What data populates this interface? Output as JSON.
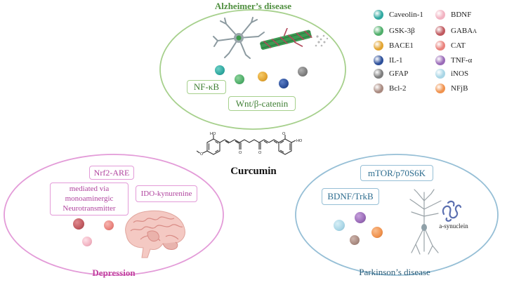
{
  "alzheimers": {
    "title": "Alzheimer’s disease",
    "pathways": [
      "NF-κB",
      "Wnt/β-catenin"
    ]
  },
  "depression": {
    "title": "Depression",
    "pathways": [
      "Nrf2-ARE",
      "mediated via",
      "monoaminergic",
      "Neurotransmitter",
      "IDO-kynurenine"
    ]
  },
  "parkinsons": {
    "title": "Parkinson’s disease",
    "pathways": [
      "mTOR/p70S6K",
      "BDNF/TrkB"
    ],
    "protein_label": "a-synuclein"
  },
  "compound": {
    "name": "Curcumin"
  },
  "structure_atoms": {
    "oh": "HO",
    "o": "O"
  },
  "legend": [
    {
      "label": "Caveolin-1",
      "color": "#2fa8a0"
    },
    {
      "label": "GSK-3β",
      "color": "#4fae6a"
    },
    {
      "label": "BACE1",
      "color": "#e2a431"
    },
    {
      "label": "IL-1",
      "color": "#2c4f9a"
    },
    {
      "label": "GFAP",
      "color": "#7d7d7d"
    },
    {
      "label": "Bcl-2",
      "color": "#a98a80"
    },
    {
      "label": "BDNF",
      "color": "#f2b3c2"
    },
    {
      "label": "GABA",
      "color": "#c0595f"
    },
    {
      "label": "CAT",
      "color": "#e9827c"
    },
    {
      "label": "TNF-α",
      "color": "#9a6bb8"
    },
    {
      "label": "iNOS",
      "color": "#a9d6e6"
    },
    {
      "label": "NFjB",
      "color": "#f0924d"
    }
  ],
  "legend_subscript": "A",
  "colors": {
    "alzheimers": "#a6d08c",
    "depression": "#e39bd8",
    "parkinsons": "#96bfd6"
  }
}
